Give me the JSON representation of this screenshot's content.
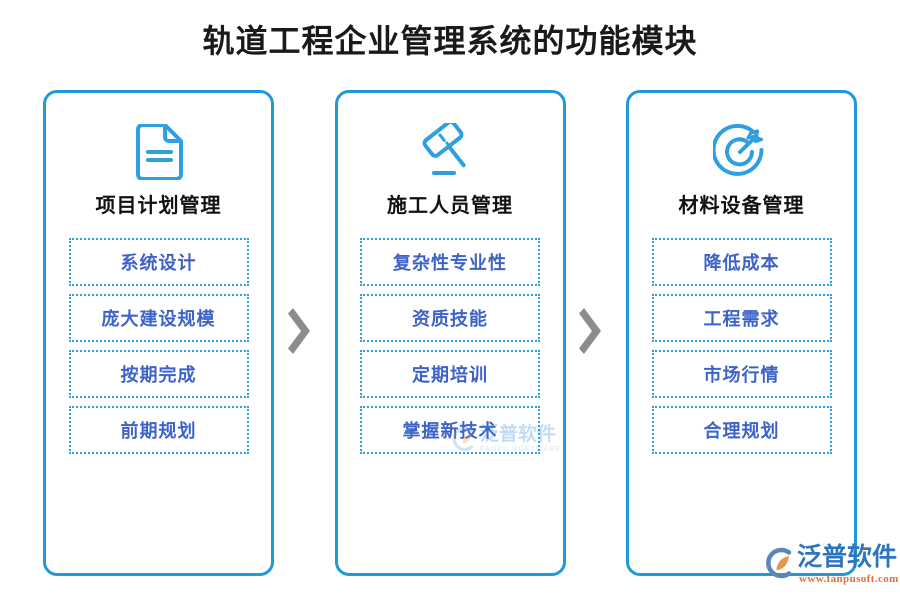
{
  "title": "轨道工程企业管理系统的功能模块",
  "colors": {
    "card_border": "#1f9ad6",
    "item_border": "#2f9fe0",
    "item_text": "#3e63c8",
    "icon": "#2f9fe0",
    "chevron": "#8c8c8c",
    "title_text": "#1a1a1a",
    "brand_blue": "#2d76bf",
    "brand_orange": "#e0703a"
  },
  "cards": [
    {
      "icon": "document-icon",
      "title": "项目计划管理",
      "items": [
        "系统设计",
        "庞大建设规模",
        "按期完成",
        "前期规划"
      ]
    },
    {
      "icon": "hammer-icon",
      "title": "施工人员管理",
      "items": [
        "复杂性专业性",
        "资质技能",
        "定期培训",
        "掌握新技术"
      ]
    },
    {
      "icon": "target-arrow-icon",
      "title": "材料设备管理",
      "items": [
        "降低成本",
        "工程需求",
        "市场行情",
        "合理规划"
      ]
    }
  ],
  "connectors": [
    {
      "icon": "chevron-right-icon"
    },
    {
      "icon": "chevron-right-icon"
    }
  ],
  "center_watermark": {
    "cn": "泛普软件",
    "en": "FANPU SOFTWARE",
    "mark": "fanpu-logo-icon"
  },
  "brand_logo": {
    "cn": "泛普软件",
    "url": "www.fanpusoft.com",
    "mark": "fanpu-logo-icon"
  }
}
